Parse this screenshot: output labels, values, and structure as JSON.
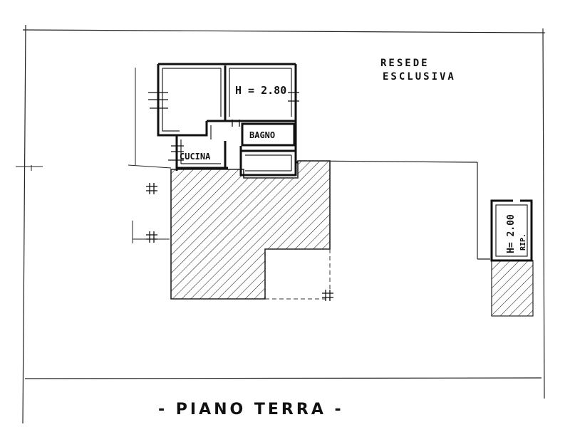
{
  "labels": {
    "outdoor_area_line1": "RESEDE",
    "outdoor_area_line2": "ESCLUSIVA",
    "room_height": "H = 2.80",
    "bathroom": "BAGNO",
    "kitchen": "CUCINA",
    "storage_height": "H= 2.00",
    "storage_note": "RIP.",
    "floor_title": "- PIANO TERRA -"
  },
  "colors": {
    "ink": "#111111",
    "paper": "#ffffff"
  }
}
